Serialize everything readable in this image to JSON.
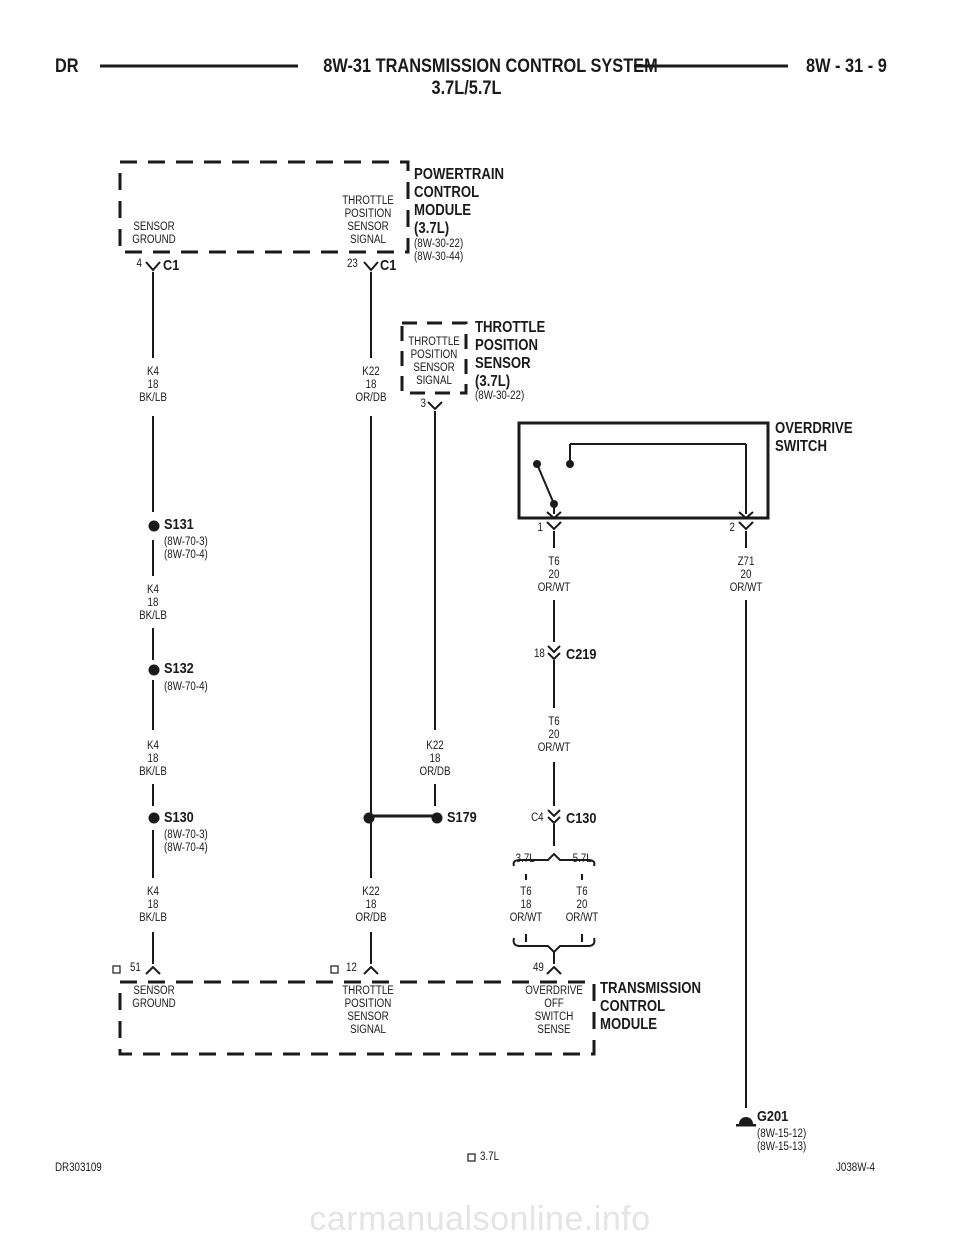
{
  "header": {
    "left": "DR",
    "title_line1": "8W-31 TRANSMISSION CONTROL SYSTEM",
    "title_line2": "3.7L/5.7L",
    "right": "8W - 31 - 9"
  },
  "pcm": {
    "name": "POWERTRAIN\nCONTROL\nMODULE\n(3.7L)",
    "refs": "(8W-30-22)\n(8W-30-44)",
    "pin_sensor_ground": "SENSOR\nGROUND",
    "pin_tps_signal": "THROTTLE\nPOSITION\nSENSOR\nSIGNAL",
    "pin4": "4",
    "pin23": "23",
    "conn": "C1"
  },
  "tps": {
    "name": "THROTTLE\nPOSITION\nSENSOR\n(3.7L)",
    "ref": "(8W-30-22)",
    "pin_label": "THROTTLE\nPOSITION\nSENSOR\nSIGNAL",
    "pin": "3"
  },
  "od_switch": {
    "name": "OVERDRIVE\nSWITCH",
    "pin1": "1",
    "pin2": "2"
  },
  "wires": {
    "k4_a": "K4\n18\nBK/LB",
    "k4_b": "K4\n18\nBK/LB",
    "k4_c": "K4\n18\nBK/LB",
    "k4_d": "K4\n18\nBK/LB",
    "k22_a": "K22\n18\nOR/DB",
    "k22_b": "K22\n18\nOR/DB",
    "k22_c": "K22\n18\nOR/DB",
    "t6_a": "T6\n20\nOR/WT",
    "t6_b": "T6\n20\nOR/WT",
    "z71": "Z71\n20\nOR/WT",
    "t6_37": "T6\n18\nOR/WT",
    "t6_57": "T6\n20\nOR/WT"
  },
  "splices": {
    "s131": "S131",
    "s131_refs": "(8W-70-3)\n(8W-70-4)",
    "s132": "S132",
    "s132_refs": "(8W-70-4)",
    "s130": "S130",
    "s130_refs": "(8W-70-3)\n(8W-70-4)",
    "s179": "S179"
  },
  "connectors": {
    "c219": "C219",
    "c219_pin": "18",
    "c130": "C130",
    "c130_pin": "C4",
    "opt_37": "3.7L",
    "opt_57": "5.7L"
  },
  "tcm": {
    "name": "TRANSMISSION\nCONTROL\nMODULE",
    "pin51": "51",
    "pin12": "12",
    "pin49": "49",
    "pin_sensor_ground": "SENSOR\nGROUND",
    "pin_tps_signal": "THROTTLE\nPOSITION\nSENSOR\nSIGNAL",
    "pin_od_sense": "OVERDRIVE\nOFF\nSWITCH\nSENSE"
  },
  "ground": {
    "name": "G201",
    "refs": "(8W-15-12)\n(8W-15-13)"
  },
  "footer": {
    "left": "DR303109",
    "legend": "3.7L",
    "right": "J038W-4"
  },
  "watermark": "carmanualsonline.info"
}
